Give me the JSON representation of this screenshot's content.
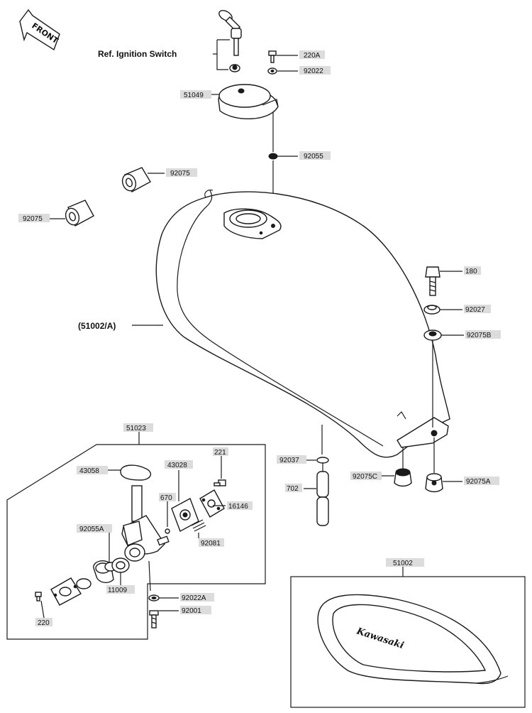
{
  "front_arrow": "FRONT",
  "labels": {
    "ref_ignition": "Ref. Ignition Switch",
    "tank_ref": "(51002/A)",
    "logo": "Kawasaki"
  },
  "parts": {
    "p220A": "220A",
    "p92022": "92022",
    "p51049": "51049",
    "p92055": "92055",
    "p92075_upper": "92075",
    "p92075_left": "92075",
    "p180": "180",
    "p92027": "92027",
    "p92075B": "92075B",
    "p51023": "51023",
    "p221": "221",
    "p43058": "43058",
    "p43028": "43028",
    "p670": "670",
    "p16146": "16146",
    "p92037": "92037",
    "p92075C": "92075C",
    "p92075A": "92075A",
    "p702": "702",
    "p92055A": "92055A",
    "p92081": "92081",
    "p11009": "11009",
    "p92022A": "92022A",
    "p92001": "92001",
    "p220": "220",
    "p51002": "51002"
  }
}
